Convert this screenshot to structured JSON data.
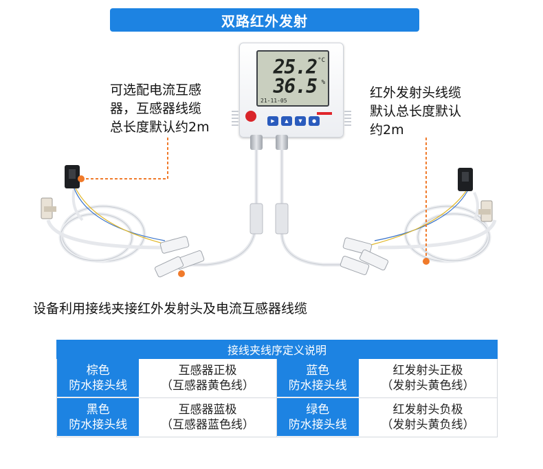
{
  "title": "双路红外发射",
  "device": {
    "temperature": "25.2",
    "temperature_unit": "°C",
    "humidity": "36.5",
    "humidity_unit": "%",
    "datetime": "21-11-05"
  },
  "notes": {
    "left": [
      "可选配电流互感",
      "器，互感器线缆",
      "总长度默认约2m"
    ],
    "right": [
      "红外发射头线缆",
      "默认总长度默认",
      "约2m"
    ],
    "bottom": "设备利用接线夹接红外发射头及电流互感器线缆"
  },
  "table": {
    "header": "接线夹线序定义说明",
    "rows": [
      {
        "label1": [
          "棕色",
          "防水接头线"
        ],
        "value1": [
          "互感器正极",
          "（互感器黄色线）"
        ],
        "label2": [
          "蓝色",
          "防水接头线"
        ],
        "value2": [
          "红发射头正极",
          "（发射头黄色线）"
        ]
      },
      {
        "label1": [
          "黑色",
          "防水接头线"
        ],
        "value1": [
          "互感器蓝极",
          "（互感器蓝色线）"
        ],
        "label2": [
          "绿色",
          "防水接头线"
        ],
        "value2": [
          "红发射头负极",
          "（发射头黄负线）"
        ]
      }
    ]
  },
  "colors": {
    "accent": "#1d83e2",
    "callout": "#f07a2a"
  }
}
